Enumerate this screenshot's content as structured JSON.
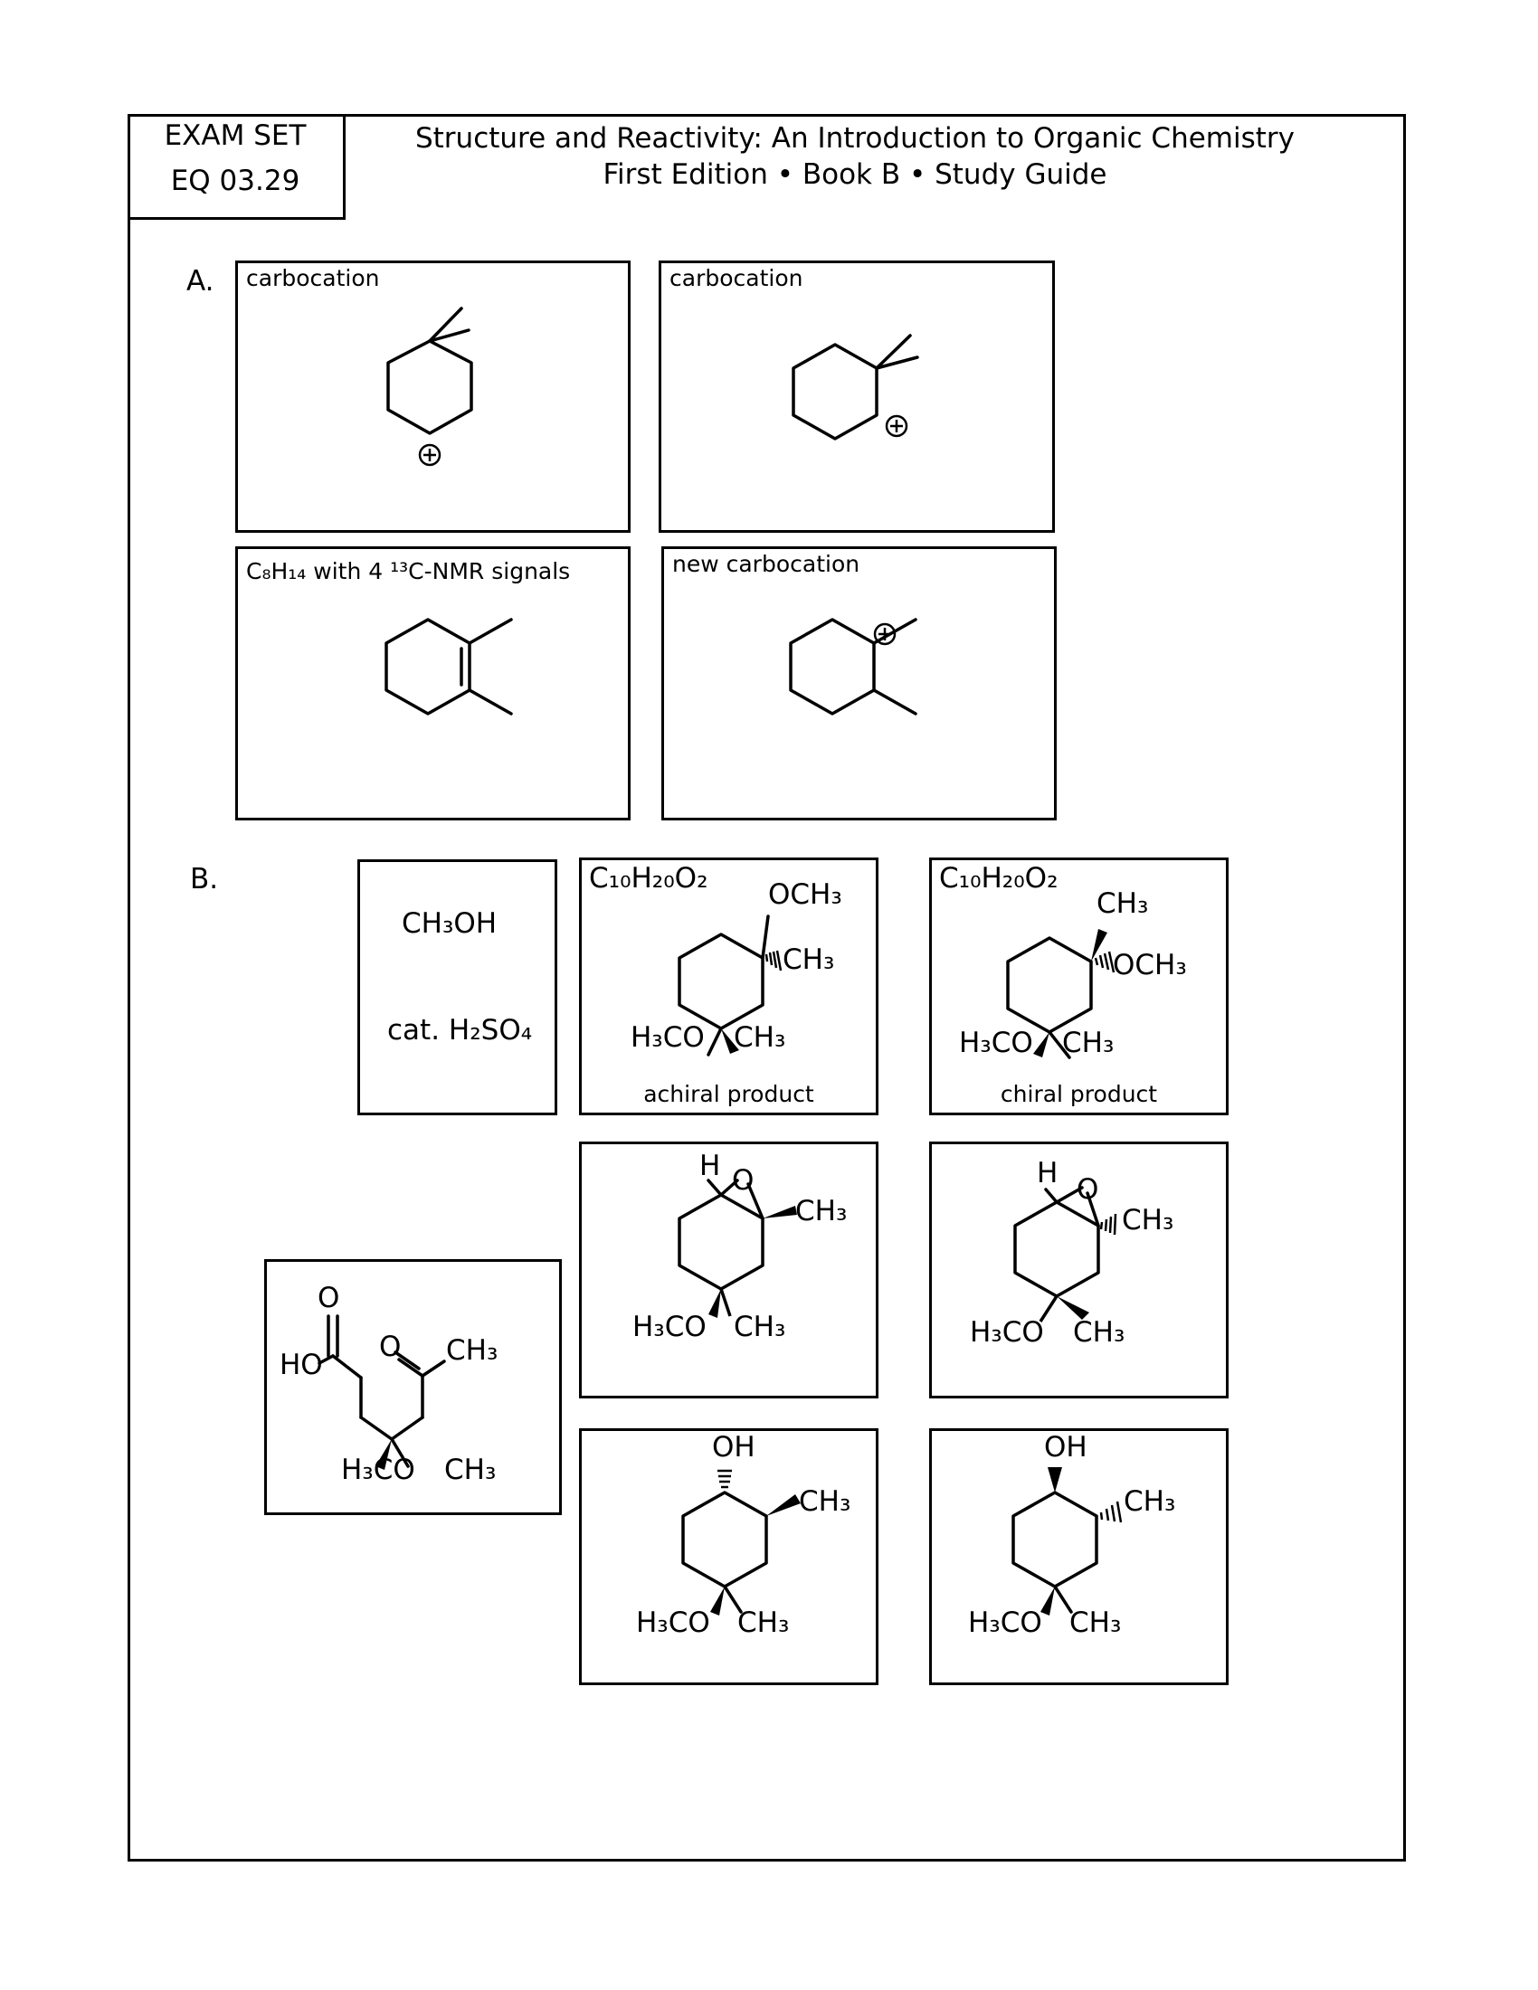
{
  "exam_tag": {
    "line1": "EXAM SET",
    "line2": "EQ 03.29"
  },
  "header": {
    "title": "Structure and Reactivity: An Introduction to Organic Chemistry",
    "subtitle": "First Edition • Book B • Study Guide"
  },
  "section_a": {
    "label": "A.",
    "box1_caption": "carbocation",
    "box2_caption": "carbocation",
    "box3_caption_formula": "C₈H₁₄",
    "box3_caption_rest": " with 4 ¹³C-NMR signals",
    "box4_caption": "new carbocation",
    "charge_symbol": "⊕"
  },
  "section_b": {
    "label": "B.",
    "reagent_line1": "CH₃OH",
    "reagent_line2": "cat. H₂SO₄",
    "product1": {
      "formula": "C₁₀H₂₀O₂",
      "top_sub": "OCH₃",
      "side_sub": "CH₃",
      "left_sub": "H₃CO",
      "right_sub": "CH₃",
      "caption": "achiral product"
    },
    "product2": {
      "formula": "C₁₀H₂₀O₂",
      "top_sub": "CH₃",
      "side_sub": "OCH₃",
      "left_sub": "H₃CO",
      "right_sub": "CH₃",
      "caption": "chiral product"
    },
    "epoxide1": {
      "h": "H",
      "o": "O",
      "side_sub": "CH₃",
      "left_sub": "H₃CO",
      "right_sub": "CH₃"
    },
    "epoxide2": {
      "h": "H",
      "o": "O",
      "side_sub": "CH₃",
      "left_sub": "H₃CO",
      "right_sub": "CH₃"
    },
    "keto_acid": {
      "o_top": "O",
      "ho": "HO",
      "o_ketone": "O",
      "ch3": "CH₃",
      "left_sub": "H₃CO",
      "right_sub": "CH₃"
    },
    "alcohol1": {
      "oh": "OH",
      "side_sub": "CH₃",
      "left_sub": "H₃CO",
      "right_sub": "CH₃"
    },
    "alcohol2": {
      "oh": "OH",
      "side_sub": "CH₃",
      "left_sub": "H₃CO",
      "right_sub": "CH₃"
    }
  }
}
